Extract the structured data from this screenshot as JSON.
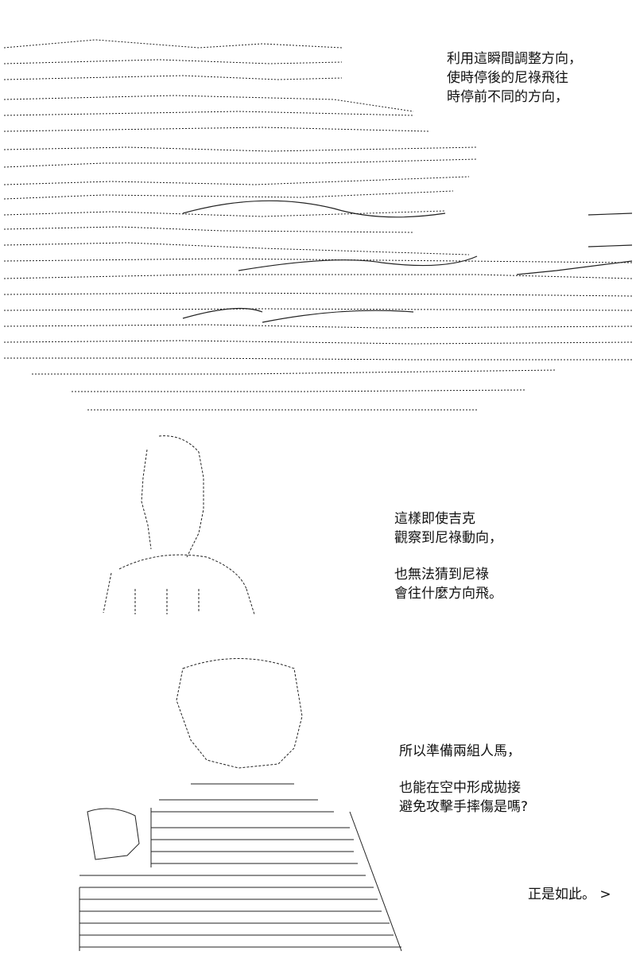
{
  "captions": {
    "panel1": [
      "利用這瞬間調整方向，",
      "使時停後的尼祿飛往",
      "時停前不同的方向，"
    ],
    "panel2a": [
      "這樣即使吉克",
      "觀察到尼祿動向，"
    ],
    "panel2b": [
      "也無法猜到尼祿",
      "會往什麼方向飛。"
    ],
    "panel3a": [
      "所以準備兩組人馬，"
    ],
    "panel3b": [
      "也能在空中形成拋接",
      "避免攻擊手摔傷是嗎?"
    ],
    "panel3c": "正是如此。 >"
  },
  "colors": {
    "ink": "#111111",
    "background": "#ffffff"
  }
}
